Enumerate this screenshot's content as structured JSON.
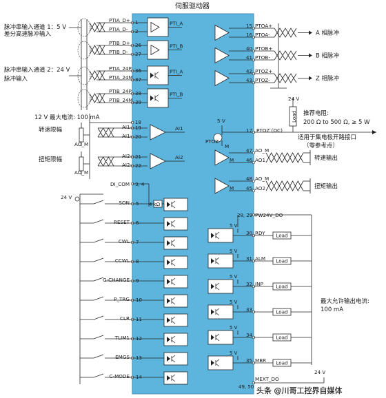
{
  "title": "伺服驱动器",
  "colors": {
    "box": "#5db4dd",
    "box_stroke": "#3b8fb8",
    "module": "#ffffff",
    "wire": "#222222",
    "shield": "#2a2a2a"
  },
  "left": {
    "pulse_ch1_line1": "脉冲串输入通道 1：5 V",
    "pulse_ch1_line2": "差分高速脉冲输入",
    "pulse_ch2_line1": "脉冲串输入通道 2：24 V",
    "pulse_ch2_line2": "脉冲输入",
    "supply_12v": "12 V 最大电流: 100 mA",
    "speed_limit": "转速限幅",
    "torque_limit": "扭矩限幅",
    "ao_m_1": "AO_M",
    "ao_m_2": "AO_M",
    "v24": "24 V"
  },
  "pulse_inputs": [
    {
      "signal": "PTIA_D+",
      "pin": "1"
    },
    {
      "signal": "PTIA_D-",
      "pin": "2"
    },
    {
      "signal": "PTIB_D+",
      "pin": "26"
    },
    {
      "signal": "PTIB_D-",
      "pin": "27"
    },
    {
      "signal": "PTIA_24P",
      "pin": "36"
    },
    {
      "signal": "PTIA_24M",
      "pin": "37"
    },
    {
      "signal": "PTIB_24P",
      "pin": "38"
    },
    {
      "signal": "PTIB_24M",
      "pin": "39"
    }
  ],
  "pulse_modules": [
    "PTI_A",
    "PTI_B",
    "PTI_A",
    "PTI_B"
  ],
  "analog_inputs": [
    {
      "signal": "AI1+",
      "pin": "19"
    },
    {
      "signal": "AI1-",
      "pin": "20"
    },
    {
      "signal": "AI2+",
      "pin": "21"
    },
    {
      "signal": "AI2-",
      "pin": "22"
    }
  ],
  "pin18": "18",
  "ai_labels": [
    "AI1",
    "AI2"
  ],
  "di_com": {
    "label": "DI_COM",
    "pins": "3, 4"
  },
  "resistor_4k": "4 kΩ",
  "digital_inputs": [
    {
      "name": "SON",
      "pin": "5"
    },
    {
      "name": "RESET",
      "pin": "6"
    },
    {
      "name": "CWL",
      "pin": "7"
    },
    {
      "name": "CCWL",
      "pin": "8"
    },
    {
      "name": "G-CHANGE",
      "pin": "9"
    },
    {
      "name": "P_TRG",
      "pin": "10"
    },
    {
      "name": "CLR",
      "pin": "11"
    },
    {
      "name": "TLIM1",
      "pin": "12"
    },
    {
      "name": "EMGS",
      "pin": "13"
    },
    {
      "name": "C-MODE",
      "pin": "14"
    }
  ],
  "pulse_outputs": [
    {
      "pin_p": "15",
      "sig_p": "PTOA+",
      "pin_m": "16",
      "sig_m": "PTOA-",
      "label": "A 相脉冲"
    },
    {
      "pin_p": "40",
      "sig_p": "PTOB+",
      "pin_m": "41",
      "sig_m": "PTOB-",
      "label": "B 相脉冲"
    },
    {
      "pin_p": "42",
      "sig_p": "PTOZ+",
      "pin_m": "43",
      "sig_m": "PTOZ-",
      "label": "Z 相脉冲"
    }
  ],
  "ptoz_oc": {
    "v5": "5 V",
    "transistor": "PTOZ",
    "m": "M",
    "pin": "17",
    "signal": "PTOZ (OC)",
    "v24": "24 V",
    "load": "Load",
    "rec1": "推荐电阻:",
    "rec2": "200 Ω to 500 Ω, ≥ 5 W",
    "note1": "适用于集电极开路接口",
    "note2": "（零参考点）"
  },
  "analog_outputs": [
    {
      "pin_m": "47",
      "sig_m": "AO_M",
      "pin": "46",
      "sig": "AO1",
      "label": "转速输出"
    },
    {
      "pin_m": "48",
      "sig_m": "AO_M",
      "pin": "45",
      "sig": "AO2",
      "label": "扭矩输出"
    }
  ],
  "pw24": {
    "pins": "28, 29",
    "label": "PW24V_DO"
  },
  "digital_outputs": [
    {
      "name": "RDY",
      "pin": "30"
    },
    {
      "name": "ALM",
      "pin": "31"
    },
    {
      "name": "INP",
      "pin": "32"
    },
    {
      "name": "",
      "pin": "33"
    },
    {
      "name": "",
      "pin": "34"
    },
    {
      "name": "MBR",
      "pin": "35"
    }
  ],
  "load_label": "Load",
  "v5": "5 V",
  "max_current_1": "最大允许输出电流:",
  "max_current_2": "100 mA",
  "mext": {
    "label": "MEXT_DO",
    "pins": "49, 50"
  },
  "v24_bottom": "24 V",
  "watermark": "头条 @川哥工控界自媒体"
}
